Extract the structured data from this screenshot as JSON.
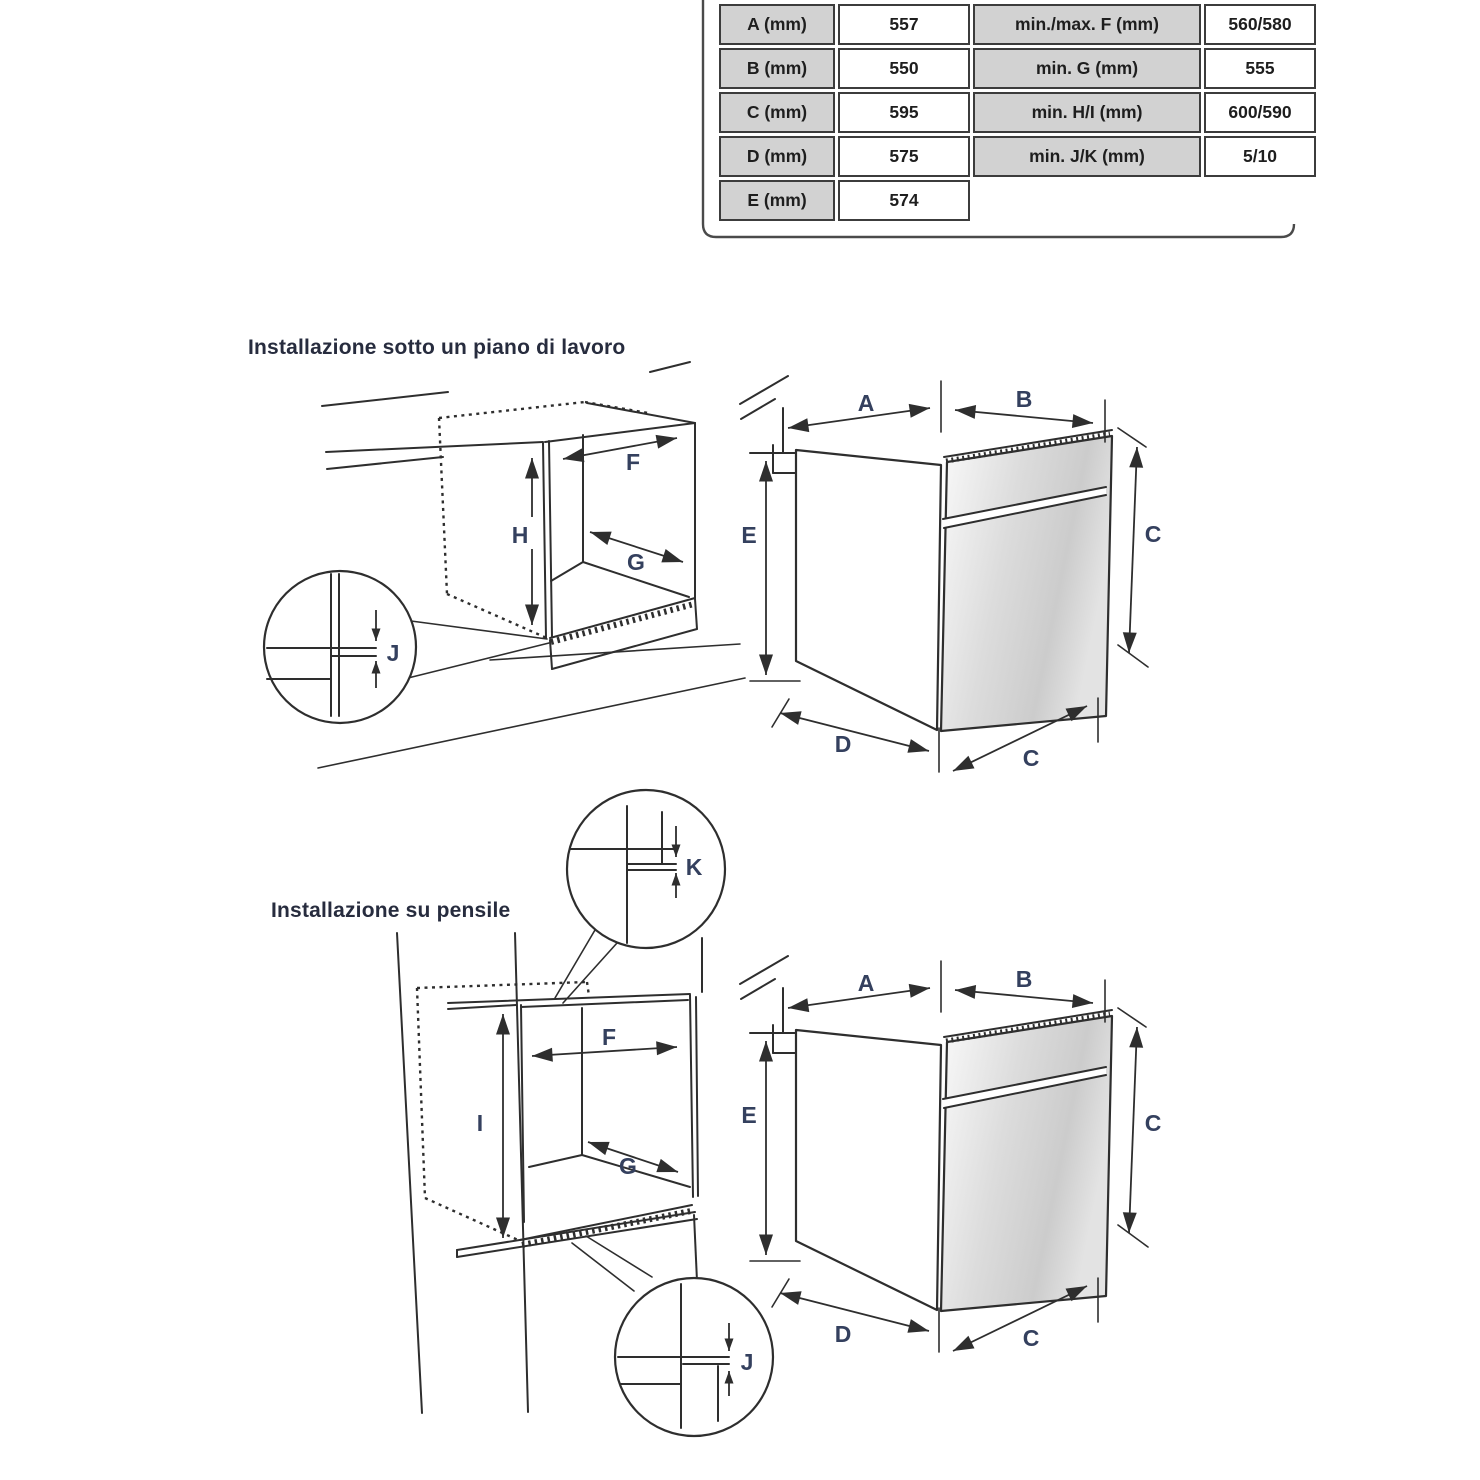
{
  "table": {
    "rows": [
      {
        "dim": "A (mm)",
        "value": "557",
        "dim2": "min./max. F (mm)",
        "value2": "560/580"
      },
      {
        "dim": "B (mm)",
        "value": "550",
        "dim2": "min. G (mm)",
        "value2": "555"
      },
      {
        "dim": "C (mm)",
        "value": "595",
        "dim2": "min. H/I (mm)",
        "value2": "600/590"
      },
      {
        "dim": "D (mm)",
        "value": "575",
        "dim2": "min. J/K (mm)",
        "value2": "5/10"
      },
      {
        "dim": "E (mm)",
        "value": "574",
        "dim2": "",
        "value2": ""
      }
    ]
  },
  "sections": {
    "under_worktop": {
      "title": "Installazione sotto un piano di lavoro"
    },
    "wall_cabinet": {
      "title": "Installazione su pensile"
    }
  },
  "labels": {
    "A": "A",
    "B": "B",
    "C": "C",
    "D": "D",
    "E": "E",
    "F": "F",
    "G": "G",
    "H": "H",
    "I": "I",
    "J": "J",
    "K": "K"
  },
  "colors": {
    "accent_label": "#34405e",
    "table_label_bg": "#d2d2d2",
    "line": "#2e2e2e"
  }
}
